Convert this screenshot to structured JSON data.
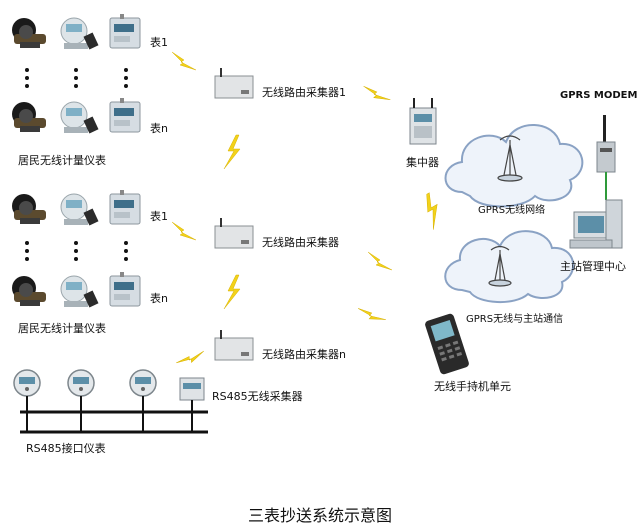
{
  "labels": {
    "meter1": "表1",
    "meter_n": "表n",
    "residential_meters": "居民无线计量仪表",
    "collector1": "无线路由采集器1",
    "collector": "无线路由采集器",
    "collector_n": "无线路由采集器n",
    "rs485_collector": "RS485无线采集器",
    "rs485_meters": "RS485接口仪表",
    "concentrator": "集中器",
    "gprs_network": "GPRS无线网络",
    "gprs_master": "GPRS无线与主站通信",
    "gprs_modem": "GPRS MODEM",
    "master_station": "主站管理中心",
    "handheld": "无线手持机单元"
  },
  "caption": "三表抄送系统示意图",
  "colors": {
    "lightning": "#f2d21b",
    "cloud_fill": "#eef3fa",
    "cloud_stroke": "#8aa2c4",
    "bus": "#111111"
  }
}
